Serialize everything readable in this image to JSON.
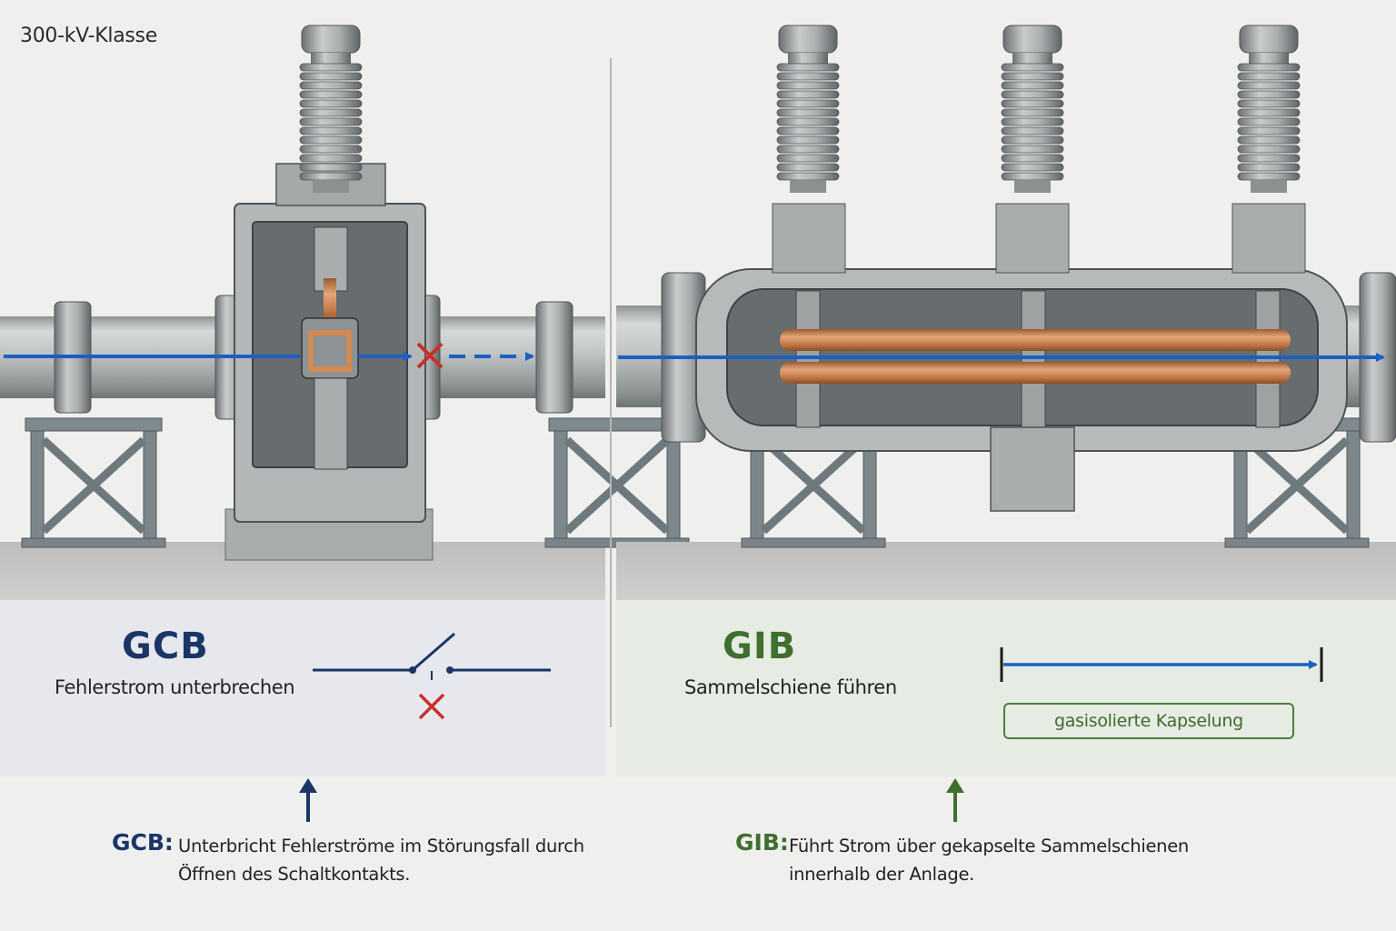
{
  "header": {
    "voltage_class": "300-kV-Klasse"
  },
  "gcb": {
    "title": "GCB",
    "subtitle": "Fehlerstrom unterbrechen",
    "caption_key": "GCB:",
    "caption_line1": "Unterbricht Fehlerströme im Störungsfall durch",
    "caption_line2": "Öffnen des Schaltkontakts."
  },
  "gib": {
    "title": "GIB",
    "subtitle": "Sammelschiene führen",
    "enclosure_label": "gasisolierte Kapselung",
    "caption_key": "GIB:",
    "caption_line1": "Führt Strom über gekapselte Sammelschienen",
    "caption_line2": "innerhalb der Anlage."
  },
  "colors": {
    "gcb_accent": "#1b3566",
    "gib_accent": "#3f6f2e",
    "current_arrow": "#1c5fc4",
    "fault_mark": "#c8302c",
    "copper": "#c7804f",
    "steel": "#b8bcbd"
  }
}
